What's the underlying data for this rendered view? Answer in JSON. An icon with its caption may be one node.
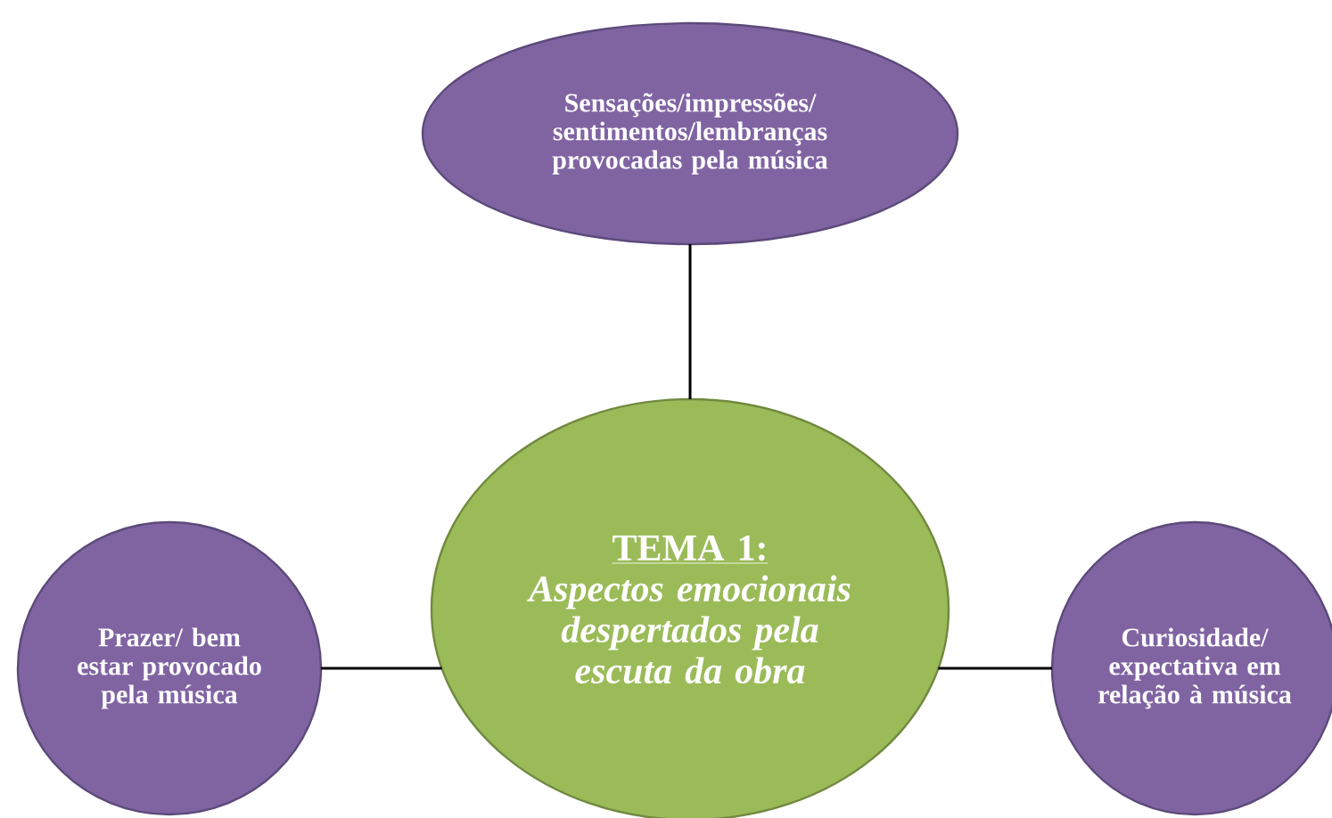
{
  "diagram": {
    "nodes": [
      {
        "text": [
          "Sensações/impressões/ sentimentos/lembranças provocadas pela música"
        ]
      },
      {
        "text": [
          "TEMA 1:",
          "Aspectos emocionais despertados pela escuta da obra"
        ]
      },
      {
        "text": [
          "Prazer/ bem estar provocado pela música"
        ]
      },
      {
        "text": [
          "Curiosidade/ expectativa em relação à música"
        ]
      }
    ],
    "edges": [
      {
        "from": 0,
        "to": 1,
        "arrow": "none"
      },
      {
        "from": 2,
        "to": 1,
        "arrow": "none"
      },
      {
        "from": 1,
        "to": 3,
        "arrow": "none"
      }
    ]
  }
}
